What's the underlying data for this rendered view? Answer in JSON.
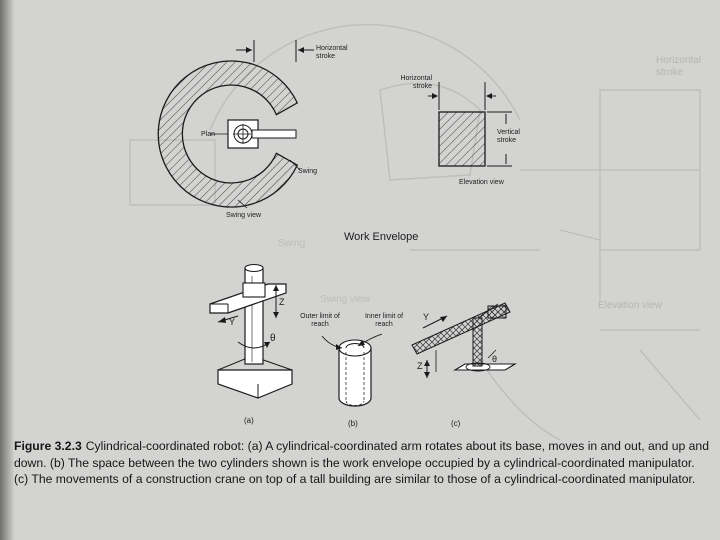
{
  "figure": {
    "number": "Figure 3.2.3",
    "caption": "Cylindrical-coordinated robot: (a) A cylindrical-coordinated arm rotates about its base, moves in and out, and up and down. (b) The space between the two cylinders shown is the work envelope occupied by a cylindrical-coordinated manipulator. (c) The movements of a construction crane on top of a tall building are similar to those of a cylindrical-coordinated manipulator."
  },
  "work_envelope": {
    "title": "Work Envelope",
    "plan_label": "Plan",
    "swing_label": "Swing",
    "swing_view_label": "Swing view",
    "plan_horizontal_stroke": "Horizontal stroke",
    "elevation_horizontal_stroke": "Horizontal stroke",
    "vertical_stroke": "Vertical stroke",
    "elevation_view_label": "Elevation view"
  },
  "panel_a": {
    "label": "(a)",
    "axis_z": "Z",
    "axis_y": "Y",
    "axis_theta": "θ"
  },
  "panel_b": {
    "label": "(b)",
    "outer_limit": "Outer limit of reach",
    "inner_limit": "Inner limit of reach"
  },
  "panel_c": {
    "label": "(c)",
    "axis_y": "Y",
    "axis_z": "Z",
    "axis_theta": "θ"
  },
  "background_ghost": {
    "horizontal_stroke": "Horizontal stroke",
    "elevation_view": "Elevation view",
    "swing": "Swing",
    "swing_view": "Swing view"
  }
}
